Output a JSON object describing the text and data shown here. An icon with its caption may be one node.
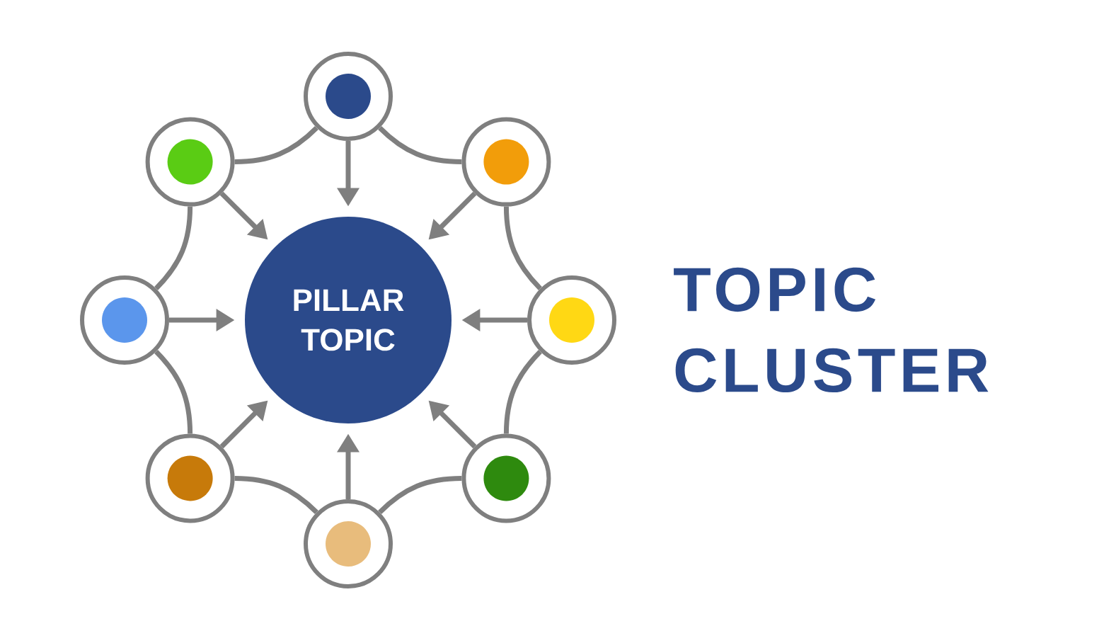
{
  "diagram": {
    "title": "TOPIC CLUSTER",
    "nodes": [
      {
        "text": [
          "PILLAR TOPIC"
        ]
      },
      {
        "text": [],
        "shape": "circle"
      },
      {
        "text": [],
        "shape": "circle"
      },
      {
        "text": [],
        "shape": "circle"
      },
      {
        "text": [],
        "shape": "circle"
      },
      {
        "text": [],
        "shape": "circle"
      },
      {
        "text": [],
        "shape": "circle"
      },
      {
        "text": [],
        "shape": "circle"
      },
      {
        "text": [],
        "shape": "circle"
      }
    ],
    "edges": [
      {
        "from": 1,
        "to": 0,
        "arrow": "to"
      },
      {
        "from": 2,
        "to": 0,
        "arrow": "to"
      },
      {
        "from": 3,
        "to": 0,
        "arrow": "to"
      },
      {
        "from": 4,
        "to": 0,
        "arrow": "to"
      },
      {
        "from": 5,
        "to": 0,
        "arrow": "to"
      },
      {
        "from": 6,
        "to": 0,
        "arrow": "to"
      },
      {
        "from": 7,
        "to": 0,
        "arrow": "to"
      },
      {
        "from": 8,
        "to": 0,
        "arrow": "to"
      },
      {
        "from": 1,
        "to": 2,
        "arrow": "none"
      },
      {
        "from": 2,
        "to": 3,
        "arrow": "none"
      },
      {
        "from": 3,
        "to": 4,
        "arrow": "none"
      },
      {
        "from": 4,
        "to": 5,
        "arrow": "none"
      },
      {
        "from": 5,
        "to": 6,
        "arrow": "none"
      },
      {
        "from": 6,
        "to": 7,
        "arrow": "none"
      },
      {
        "from": 7,
        "to": 8,
        "arrow": "none"
      },
      {
        "from": 8,
        "to": 1,
        "arrow": "none"
      }
    ]
  }
}
